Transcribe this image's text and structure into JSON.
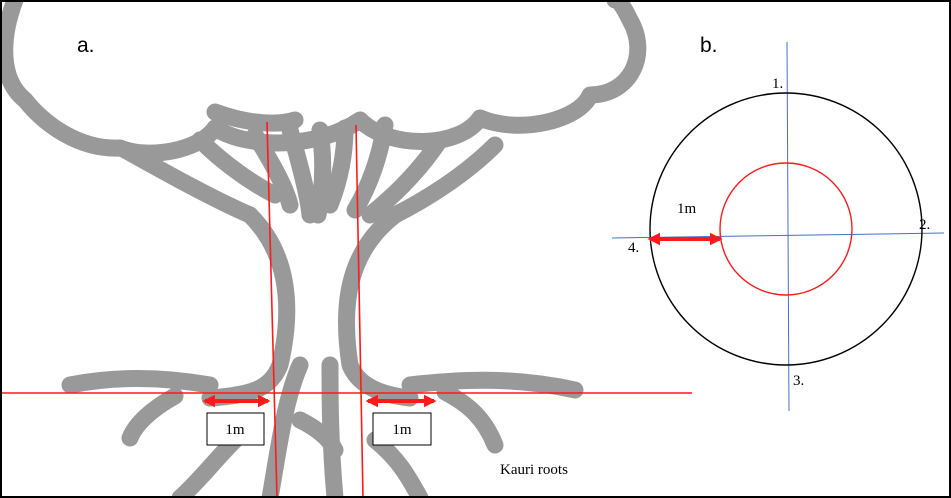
{
  "panels": {
    "a": {
      "letter": "a.",
      "measure_labels": [
        "1m",
        "1m"
      ],
      "caption": "Kauri roots"
    },
    "b": {
      "letter": "b.",
      "point_labels": [
        "1.",
        "2.",
        "3.",
        "4."
      ],
      "measure_label": "1m"
    }
  },
  "colors": {
    "tree": "#999999",
    "measure": "#ff1a1a",
    "axes": "#4472c4",
    "outline": "#000000"
  },
  "icons": {
    "measure_arrow": "double-headed-arrow"
  }
}
